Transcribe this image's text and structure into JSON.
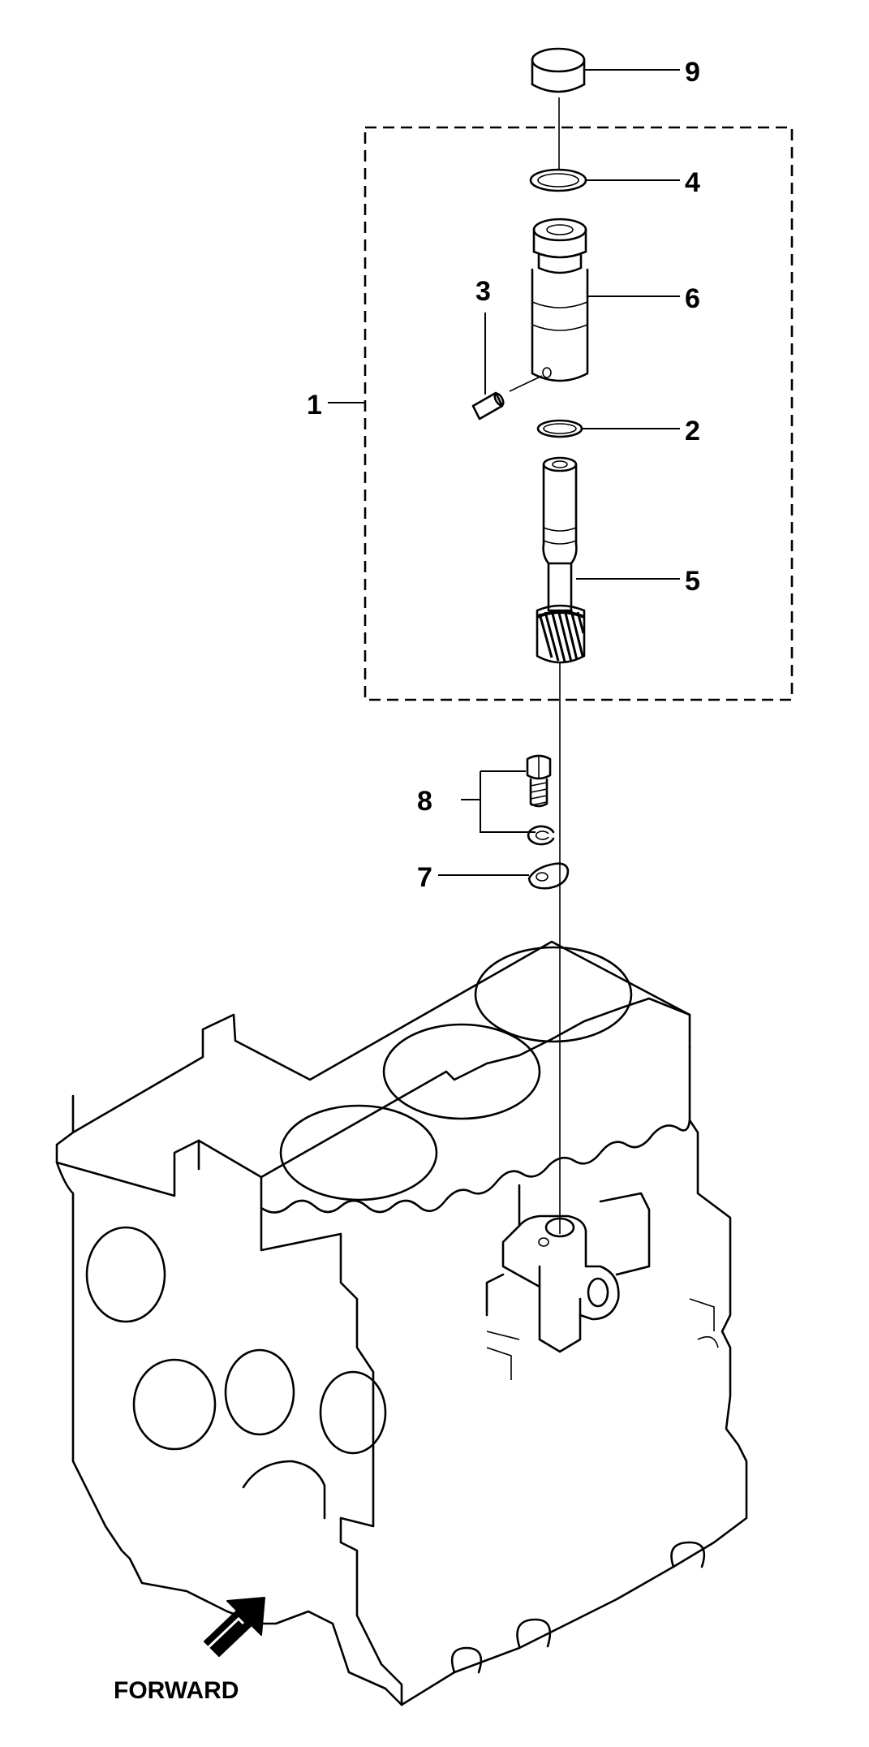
{
  "callouts": {
    "c1": "1",
    "c2": "2",
    "c3": "3",
    "c4": "4",
    "c5": "5",
    "c6": "6",
    "c7": "7",
    "c8": "8",
    "c9": "9"
  },
  "forward_label": "FORWARD",
  "icons": {
    "forward_arrow": "forward-arrow-icon"
  }
}
